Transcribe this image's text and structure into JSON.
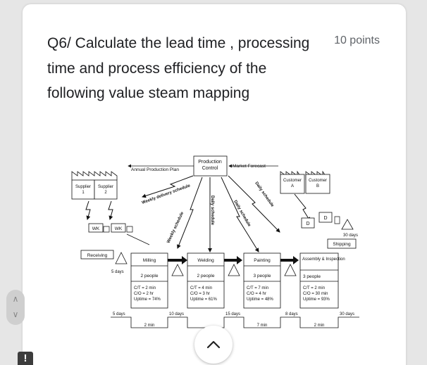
{
  "question": {
    "text": "Q6/ Calculate the lead time , processing time and process efficiency of the following value steam mapping",
    "points": "10 points"
  },
  "vsm": {
    "production_control": [
      "Production",
      "Control"
    ],
    "annual_plan": "Annual Production Plan",
    "market_forecast": "Market Forecast",
    "weekly_delivery": "Weekly delivery schedule",
    "weekly_schedule": "Weekly schedule",
    "daily_schedule": "Daily schedule",
    "suppliers": [
      [
        "Supplier",
        "1"
      ],
      [
        "Supplier",
        "2"
      ]
    ],
    "customers": [
      [
        "Customer",
        "A"
      ],
      [
        "Customer",
        "B"
      ]
    ],
    "wk": "WK",
    "d": "D",
    "receiving": "Receiving",
    "shipping": "Shipping",
    "shipping_inv": "30 days",
    "receiving_inv": "5 days",
    "processes": [
      {
        "name": "Milling",
        "people": "2 people",
        "ct": "C/T = 2 min",
        "co": "C/O = 2 hr",
        "uptime": "Uptime = 74%"
      },
      {
        "name": "Welding",
        "people": "2 people",
        "ct": "C/T = 4 min",
        "co": "C/O = 3 hr",
        "uptime": "Uptime = 61%"
      },
      {
        "name": "Painting",
        "people": "3 people",
        "ct": "C/T = 7 min",
        "co": "C/O = 4 hr",
        "uptime": "Uptime = 48%"
      },
      {
        "name": "Assembly & Inspection",
        "people": "3 people",
        "ct": "C/T = 2 min",
        "co": "C/O = 30 min",
        "uptime": "Uptime = 93%"
      }
    ],
    "timeline_days": [
      "5 days",
      "10 days",
      "15 days",
      "8 days",
      "30 days"
    ],
    "timeline_mins": [
      "2 min",
      "7 min",
      "2 min"
    ]
  },
  "icons": [
    "collapse-chevron-up-icon",
    "report-icon",
    "side-nav-icon"
  ]
}
